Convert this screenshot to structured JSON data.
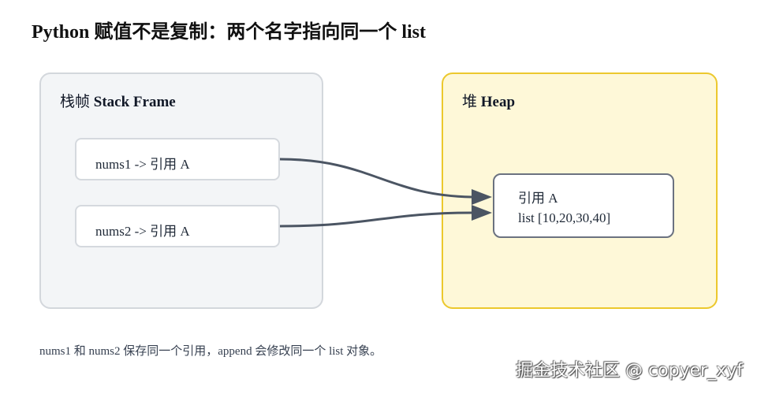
{
  "title": "Python 赋值不是复制：两个名字指向同一个 list",
  "stack_panel": {
    "title_zh": "栈帧",
    "title_en": "Stack Frame",
    "refs": [
      "nums1 -> 引用 A",
      "nums2 -> 引用 A"
    ]
  },
  "heap_panel": {
    "title_zh": "堆",
    "title_en": "Heap",
    "object": {
      "label": "引用 A",
      "value": "list [10,20,30,40]"
    }
  },
  "footnote": "nums1 和 nums2 保存同一个引用，append 会修改同一个 list 对象。",
  "watermark": "掘金技术社区 @ copyer_xyf",
  "colors": {
    "stack_bg": "#f3f5f7",
    "stack_border": "#d3d7dc",
    "heap_bg": "#fef8d8",
    "heap_border": "#ecc82d",
    "arrow": "#4b5563"
  }
}
